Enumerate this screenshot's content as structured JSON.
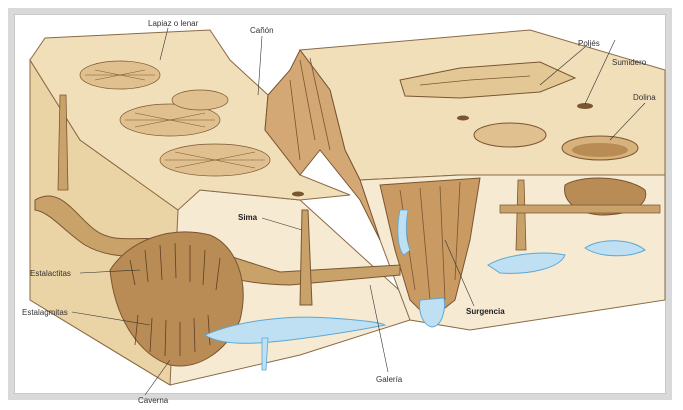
{
  "colors": {
    "top_surface": "#f1dfb9",
    "front_face": "#f6ead2",
    "side_face": "#e9d3a6",
    "rock_brown": "#b98b55",
    "dark_brown": "#7a5532",
    "water": "#bfe0f2",
    "water_edge": "#5aa8d6",
    "frame": "#d9d9d9"
  },
  "labels": {
    "lapiaz": "Lapiaz o lenar",
    "canon": "Cañón",
    "poljes": "Poljés",
    "sumidero": "Sumidero",
    "dolina": "Dolina",
    "sima": "Sima",
    "estalactitas": "Estalactitas",
    "estalagmitas": "Estalagmitas",
    "caverna": "Caverna",
    "galeria": "Galería",
    "surgencia": "Surgencia"
  }
}
